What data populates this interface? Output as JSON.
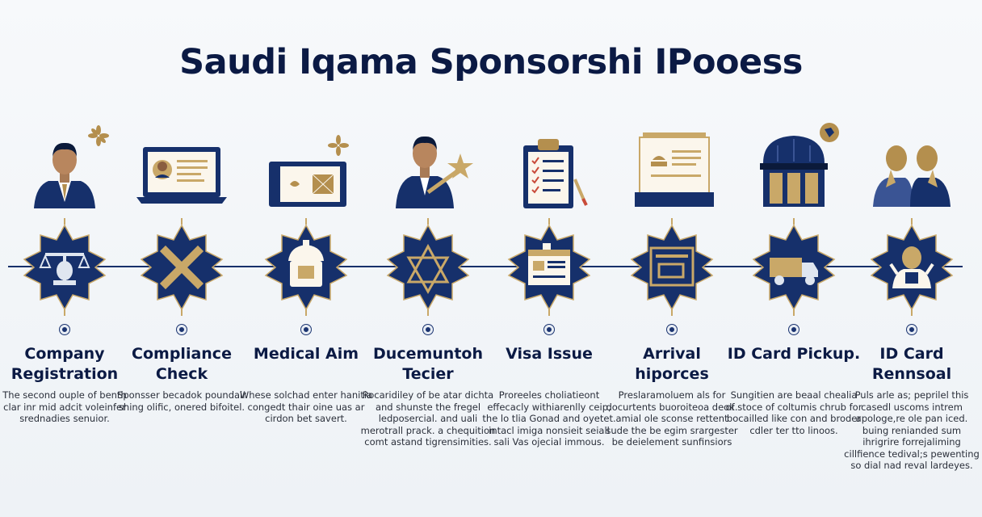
{
  "title": "Saudi Iqama Sponsorshi IPooess",
  "colors": {
    "navy": "#16306b",
    "gold": "#c9a868",
    "text": "#0b1a44"
  },
  "steps": [
    {
      "name": "Company Registration",
      "desc": "The second ouple of benth clar inr mid adcit voleinfer srednadies senuior.",
      "illustration": "businessman-icon",
      "badge": "scales-icon"
    },
    {
      "name": "Compliance Check",
      "desc": "Sponsser becadok poundair shing olific, onered bifoitel.",
      "illustration": "laptop-profile-icon",
      "badge": "cross-icon"
    },
    {
      "name": "Medical Aim",
      "desc": "Whese solchad enter hanitia congedt thair oine uas ar cirdon bet savert.",
      "illustration": "id-card-icon",
      "badge": "medical-bag-icon"
    },
    {
      "name": "Ducemuntoh Tecier",
      "desc": "Rocaridiley of be atar dichta and shunste the fregel ledposercial. and uali merotrall prack. a chequition comt astand tigrensimities.",
      "illustration": "official-star-icon",
      "badge": "star-of-tent-icon"
    },
    {
      "name": "Visa Issue",
      "desc": "Proreeles choliatieont effecacly withiarenlly ceip, the lo tlia Gonad and oyetet. intacl imiga nonsieit seiall sali Vas ojecial immous.",
      "illustration": "clipboard-icon",
      "badge": "visa-document-icon"
    },
    {
      "name": "Arrival hiporces",
      "desc": "Preslaramoluem als for docurtents buoroiteoa deok. amial ole sconse rettent sude the be egim srargester be deielement sunfinsiors",
      "illustration": "passport-book-icon",
      "badge": "folder-icon"
    },
    {
      "name": "ID Card Pickup.",
      "desc": "Sungitien are beaal chealia of stoce of coltumis chrub for bocailled like con and broder cdler ter tto linoos.",
      "illustration": "government-dome-icon",
      "badge": "truck-icon"
    },
    {
      "name": "ID Card Rennsoal",
      "desc": "Puls arle as; peprilel this casedl uscoms intrem apologe,re ole pan iced. buing renianded sum ihrigrire forrejaliming cillfience tedival;s pewenting so dial nad reval lardeyes.",
      "illustration": "two-people-icon",
      "badge": "official-person-icon"
    }
  ]
}
